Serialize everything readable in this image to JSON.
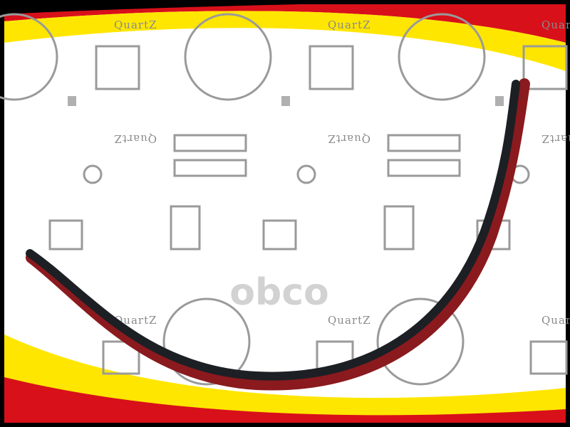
{
  "product": {
    "brand_pattern_text": "QuartZ",
    "watermark_text": "obco",
    "subject": "fender-arch-rubber-seal"
  },
  "colors": {
    "frame": "#000000",
    "stripe_red": "#d8101a",
    "stripe_yellow": "#ffe600",
    "background": "#ffffff",
    "pattern_grey": "#9a9a9a",
    "seal_black": "#1c1f24",
    "seal_red": "#8a1a1e"
  }
}
